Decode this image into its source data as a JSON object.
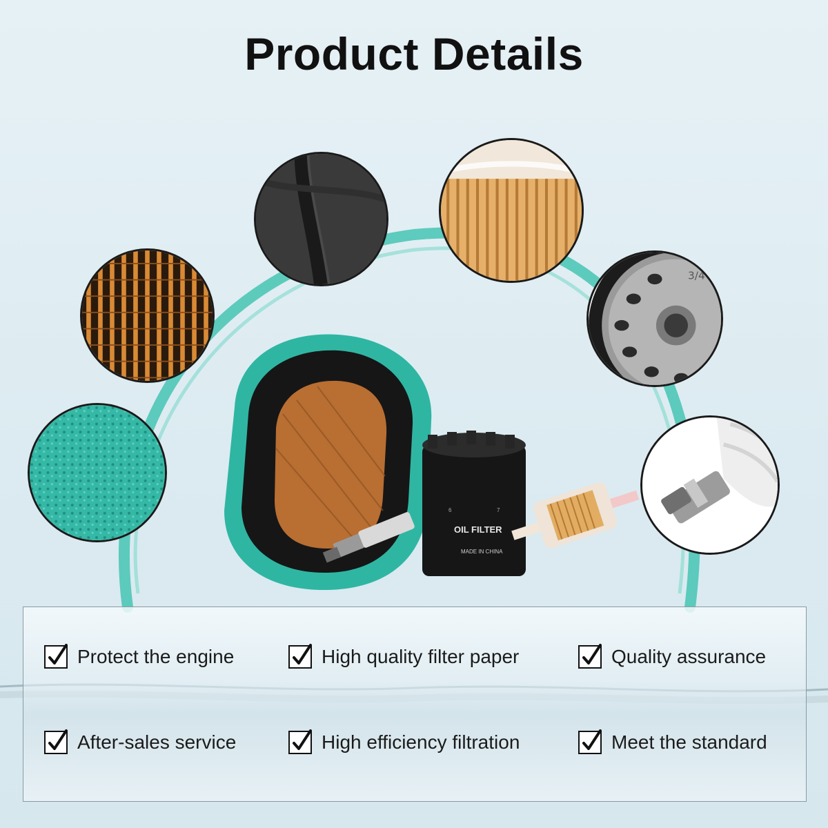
{
  "header": {
    "title": "Product Details"
  },
  "product": {
    "oil_filter_label": "OIL FILTER",
    "oil_filter_origin": "MADE IN CHINA",
    "oil_filter_marks": [
      "6",
      "7"
    ],
    "base_mark": "3/4"
  },
  "features": [
    {
      "label": "Protect the engine"
    },
    {
      "label": "High quality filter paper"
    },
    {
      "label": "Quality assurance"
    },
    {
      "label": "After-sales service"
    },
    {
      "label": "High efficiency filtration"
    },
    {
      "label": "Meet the standard"
    }
  ],
  "colors": {
    "foam_teal": "#2fb6a3",
    "arc_teal": "#3cc0b0",
    "filter_orange": "#c8742e",
    "paper_tan": "#e3b06a",
    "rubber_black": "#1f1f1f"
  }
}
